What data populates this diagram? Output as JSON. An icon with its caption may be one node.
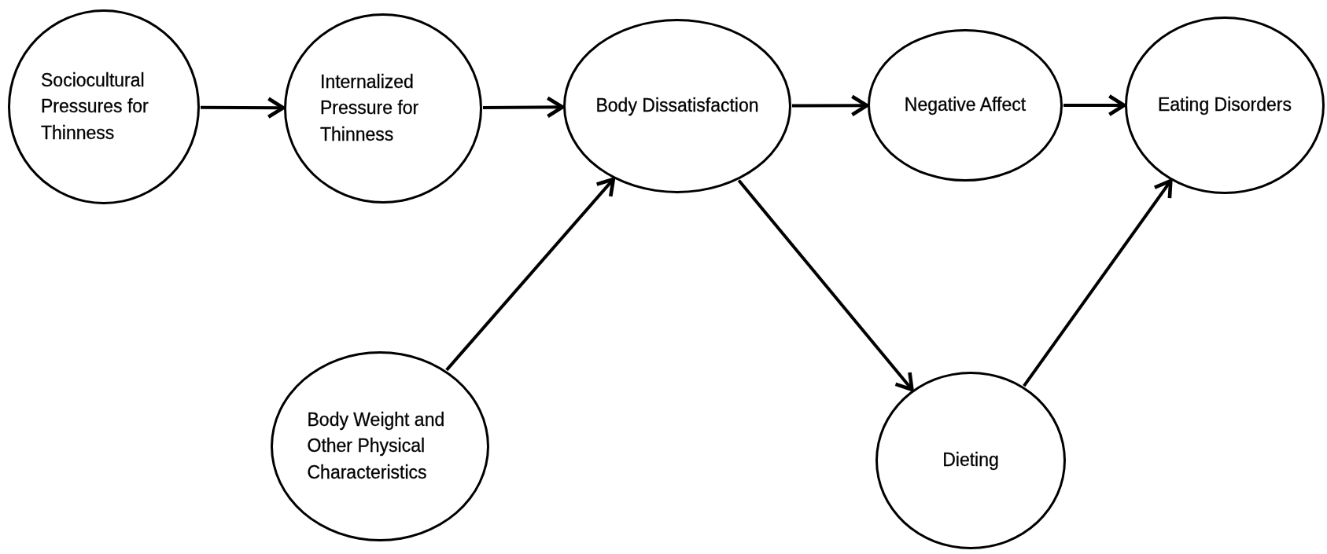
{
  "diagram": {
    "nodes": [
      {
        "text": [
          "Sociocultural Pressures for Thinness"
        ]
      },
      {
        "text": [
          "Internalized Pressure for Thinness"
        ]
      },
      {
        "text": [
          "Body Dissatisfaction"
        ]
      },
      {
        "text": [
          "Negative Affect"
        ]
      },
      {
        "text": [
          "Eating Disorders"
        ]
      },
      {
        "text": [
          "Body Weight and Other Physical Characteristics"
        ]
      },
      {
        "text": [
          "Dieting"
        ]
      }
    ],
    "edges": [
      {
        "from": 0,
        "to": 1,
        "arrow": "to"
      },
      {
        "from": 1,
        "to": 2,
        "arrow": "to"
      },
      {
        "from": 2,
        "to": 3,
        "arrow": "to"
      },
      {
        "from": 3,
        "to": 4,
        "arrow": "to"
      },
      {
        "from": 5,
        "to": 2,
        "arrow": "to"
      },
      {
        "from": 2,
        "to": 6,
        "arrow": "to"
      },
      {
        "from": 6,
        "to": 4,
        "arrow": "to"
      }
    ]
  }
}
